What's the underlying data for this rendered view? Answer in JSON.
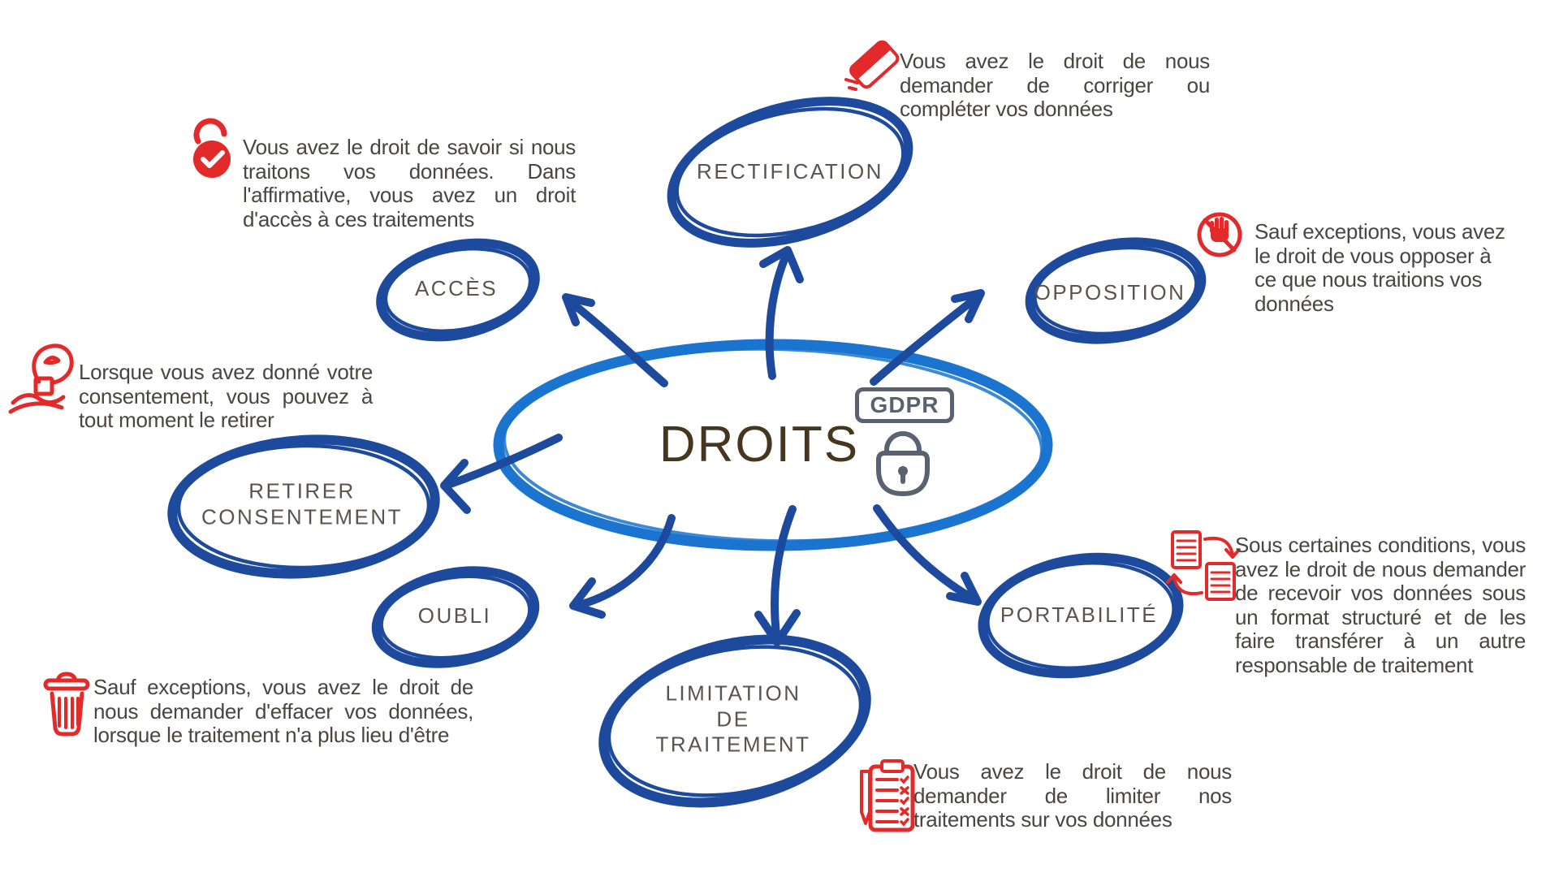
{
  "title": "DROITS",
  "badge": "GDPR",
  "colors": {
    "center_ellipse_blue": "#1a74d0",
    "node_ellipse_blue": "#1d4a9c",
    "accent_red": "#e22a2b",
    "label_text": "#5c544c",
    "body_text": "#4b4540",
    "title_brown": "#46351f",
    "badge_gray": "#596270"
  },
  "center": {
    "lock_icon": "gdpr-padlock-icon"
  },
  "nodes": [
    {
      "id": "acces",
      "label": "ACCÈS",
      "icon": "unlock-check-icon",
      "description": "Vous avez le droit de savoir si nous traitons vos données. Dans l'affirmative, vous avez un droit d'accès à ces traitements"
    },
    {
      "id": "rectification",
      "label": "RECTIFICATION",
      "icon": "eraser-icon",
      "description": "Vous avez le droit de nous demander de corriger ou compléter vos données"
    },
    {
      "id": "opposition",
      "label": "OPPOSITION",
      "icon": "stop-hand-icon",
      "description": "Sauf exceptions, vous avez le droit de vous opposer à ce que nous traitions vos données"
    },
    {
      "id": "retirer-consentement",
      "label_lines": [
        "RETIRER",
        "CONSENTEMENT"
      ],
      "icon": "hand-give-icon",
      "description": "Lorsque vous avez donné votre consentement, vous pouvez à tout moment le retirer"
    },
    {
      "id": "oubli",
      "label": "OUBLI",
      "icon": "trash-icon",
      "description": "Sauf exceptions, vous avez le droit de nous demander d'effacer vos données, lorsque le traitement n'a plus lieu d'être"
    },
    {
      "id": "limitation-de-traitement",
      "label_lines": [
        "LIMITATION",
        "DE",
        "TRAITEMENT"
      ],
      "icon": "checklist-pen-icon",
      "description": "Vous avez le droit de nous demander de limiter nos traitements sur vos données"
    },
    {
      "id": "portabilite",
      "label": "PORTABILITÉ",
      "icon": "file-transfer-icon",
      "description": "Sous certaines conditions, vous avez le droit de nous demander de recevoir vos données sous un format structuré et de les faire transférer à un autre responsable de traitement"
    }
  ]
}
